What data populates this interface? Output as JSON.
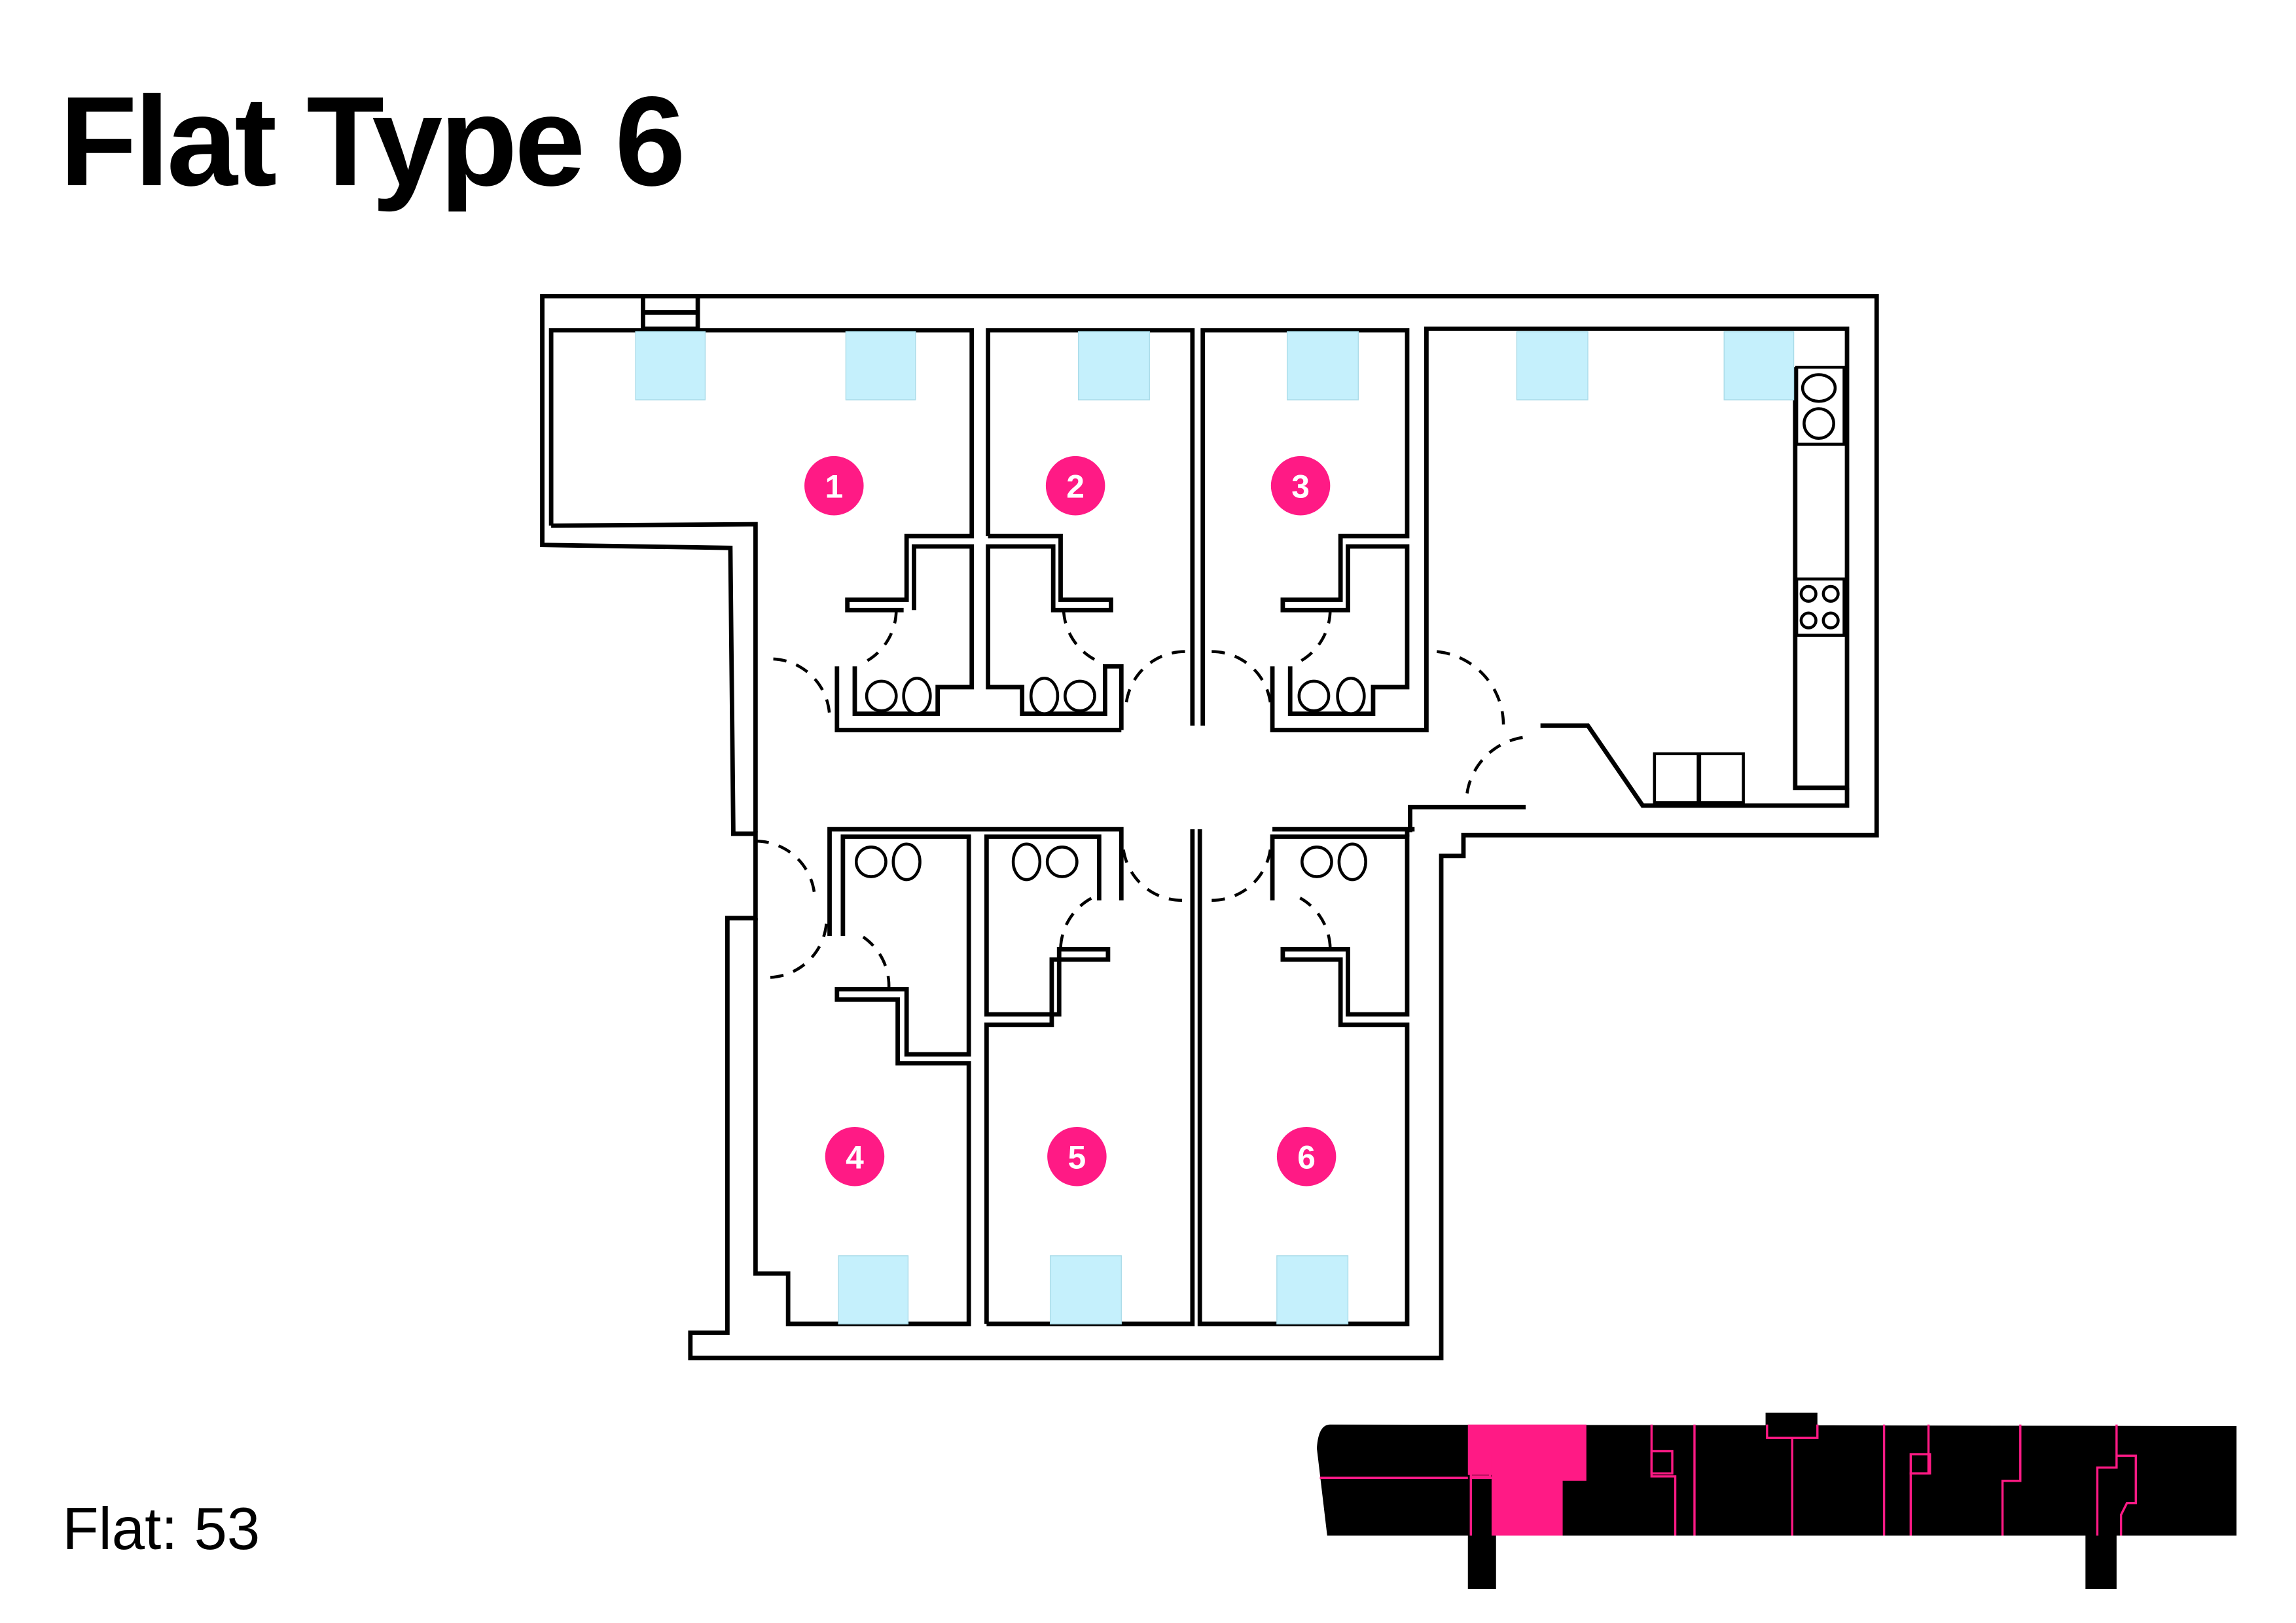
{
  "title": "Flat Type 6",
  "flat_label": "Flat: 53",
  "rooms": [
    {
      "number": "1"
    },
    {
      "number": "2"
    },
    {
      "number": "3"
    },
    {
      "number": "4"
    },
    {
      "number": "5"
    },
    {
      "number": "6"
    }
  ],
  "colors": {
    "accent": "#ff1a85",
    "window": "#c5f0fc",
    "key_plan": "#000000"
  }
}
